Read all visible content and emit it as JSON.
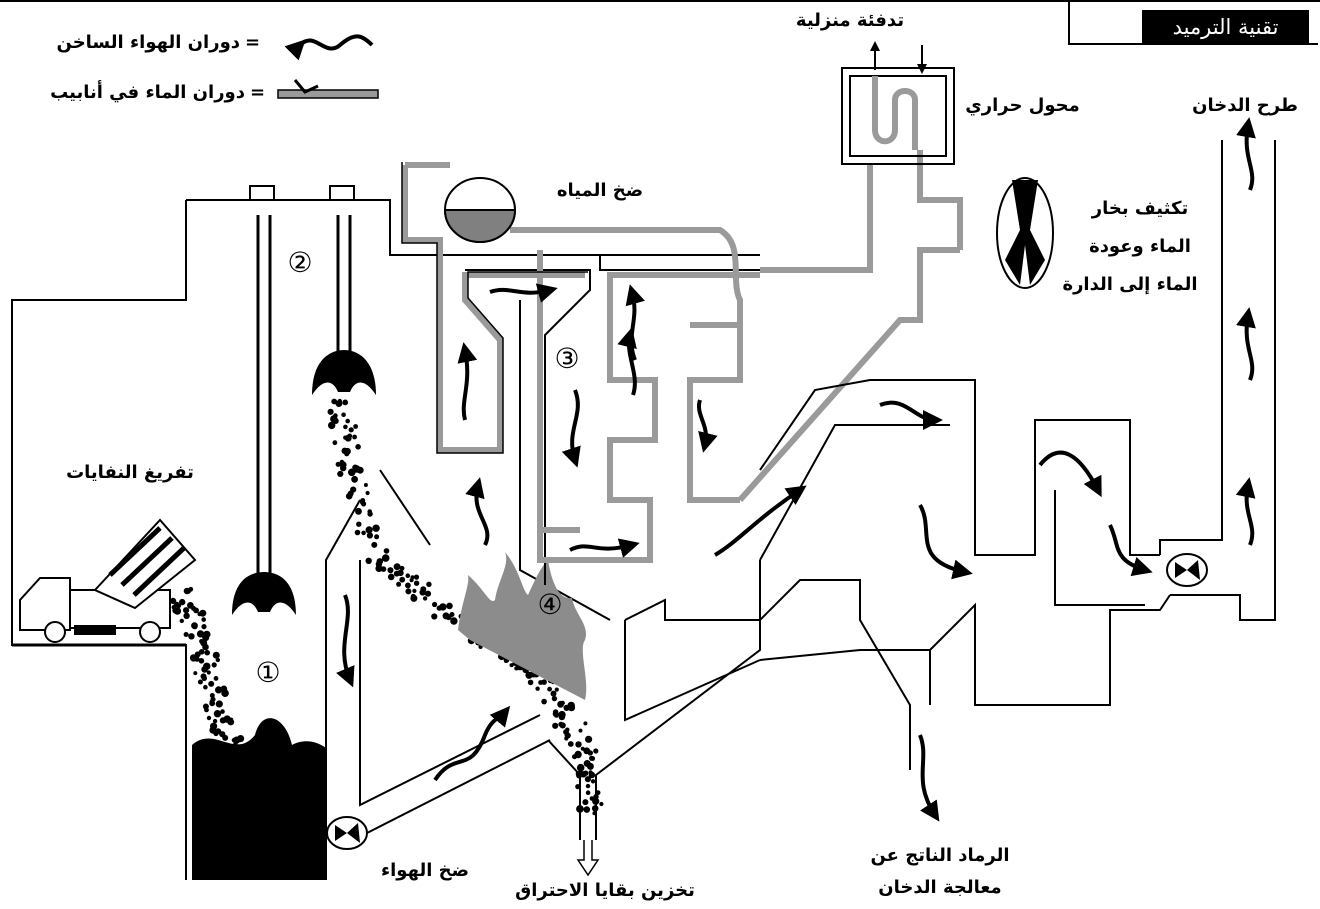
{
  "title": "تقنية الترميد",
  "legend": {
    "hot_air": "دوران الهواء الساخن",
    "water_pipes": "دوران الماء في أنابيب",
    "equals": "="
  },
  "labels": {
    "home_heating": "تدفئة منزلية",
    "heat_exchanger": "محول حراري",
    "smoke_release": "طرح الدخان",
    "condensation_line1": "تكثيف بخار",
    "condensation_line2": "الماء وعودة",
    "condensation_line3": "الماء إلى الدارة",
    "water_pump": "ضخ المياه",
    "waste_unloading": "تفريغ النفايات",
    "air_pump": "ضخ الهواء",
    "residue_storage": "تخزين بقايا الاحتراق",
    "ash_line1": "الرماد الناتج عن",
    "ash_line2": "معالجة الدخان"
  },
  "markers": [
    "①",
    "②",
    "③",
    "④"
  ],
  "colors": {
    "ink": "#000000",
    "water_fill": "#808080",
    "flame": "#8c8c8c",
    "pipe": "#bdbdbd"
  }
}
